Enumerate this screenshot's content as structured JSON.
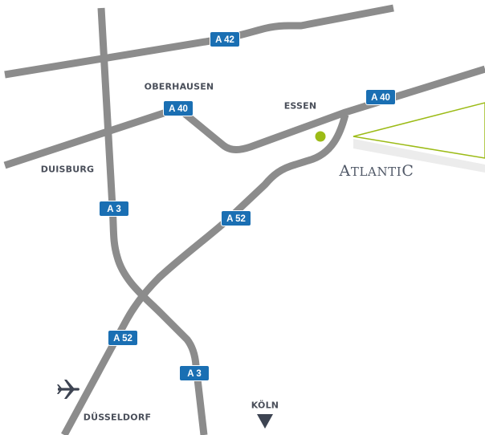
{
  "colors": {
    "background": "#ffffff",
    "road": "#8c8c8c",
    "shield": "#1a6fb3",
    "shield_text": "#ffffff",
    "city_text": "#4a4f5a",
    "marker": "#9cbb16",
    "callout_line": "#9cbb16",
    "callout_shadow": "#e3e3e3"
  },
  "cities": {
    "oberhausen": "OBERHAUSEN",
    "essen": "ESSEN",
    "duisburg": "DUISBURG",
    "duesseldorf": "DÜSSELDORF",
    "koeln": "KÖLN"
  },
  "shields": {
    "a42": "A 42",
    "a40_west": "A 40",
    "a40_east": "A 40",
    "a3_north": "A 3",
    "a3_south": "A 3",
    "a52_north": "A 52",
    "a52_south": "A 52"
  },
  "brand": {
    "initial": "A",
    "rest": "TLANTI",
    "final": "C"
  },
  "icons": {
    "airport": "airplane-icon",
    "direction": "triangle-down-icon",
    "location": "location-dot-icon"
  }
}
